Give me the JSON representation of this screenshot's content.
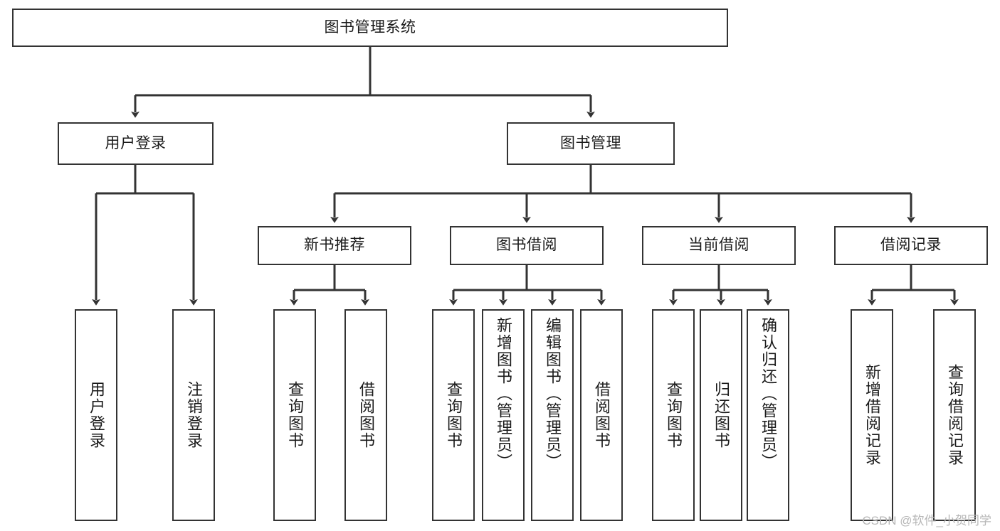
{
  "diagram": {
    "title": "图书管理系统",
    "type": "hierarchy-tree",
    "watermark": "CSDN @软件_小贺同学",
    "colors": {
      "box_border": "#333333",
      "box_fill": "#ffffff",
      "connector": "#333333",
      "text": "#1a1a1a",
      "watermark": "#b7b7b7",
      "background": "#ffffff"
    },
    "nodes": {
      "root": {
        "label": "图书管理系统"
      },
      "level2": [
        {
          "id": "user-login",
          "label": "用户登录"
        },
        {
          "id": "book-management",
          "label": "图书管理"
        }
      ],
      "level3": [
        {
          "id": "new-book-recommend",
          "label": "新书推荐"
        },
        {
          "id": "book-borrow",
          "label": "图书借阅"
        },
        {
          "id": "current-borrow",
          "label": "当前借阅"
        },
        {
          "id": "borrow-record",
          "label": "借阅记录"
        }
      ],
      "leaves": {
        "user_login": [
          {
            "id": "leaf-user-login",
            "label": "用户登录"
          },
          {
            "id": "leaf-logout-login",
            "label": "注销登录"
          }
        ],
        "new_book_recommend": [
          {
            "id": "leaf-query-book-1",
            "label": "查询图书"
          },
          {
            "id": "leaf-borrow-book-1",
            "label": "借阅图书"
          }
        ],
        "book_borrow": [
          {
            "id": "leaf-query-book-2",
            "label": "查询图书"
          },
          {
            "id": "leaf-add-book",
            "label": "新增图书（管理员）"
          },
          {
            "id": "leaf-edit-book",
            "label": "编辑图书（管理员）"
          },
          {
            "id": "leaf-borrow-book-2",
            "label": "借阅图书"
          }
        ],
        "current_borrow": [
          {
            "id": "leaf-query-book-3",
            "label": "查询图书"
          },
          {
            "id": "leaf-return-book",
            "label": "归还图书"
          },
          {
            "id": "leaf-confirm-return",
            "label": "确认归还（管理员）"
          }
        ],
        "borrow_record": [
          {
            "id": "leaf-add-borrow-record",
            "label": "新增借阅记录"
          },
          {
            "id": "leaf-query-borrow-record",
            "label": "查询借阅记录"
          }
        ]
      }
    }
  }
}
